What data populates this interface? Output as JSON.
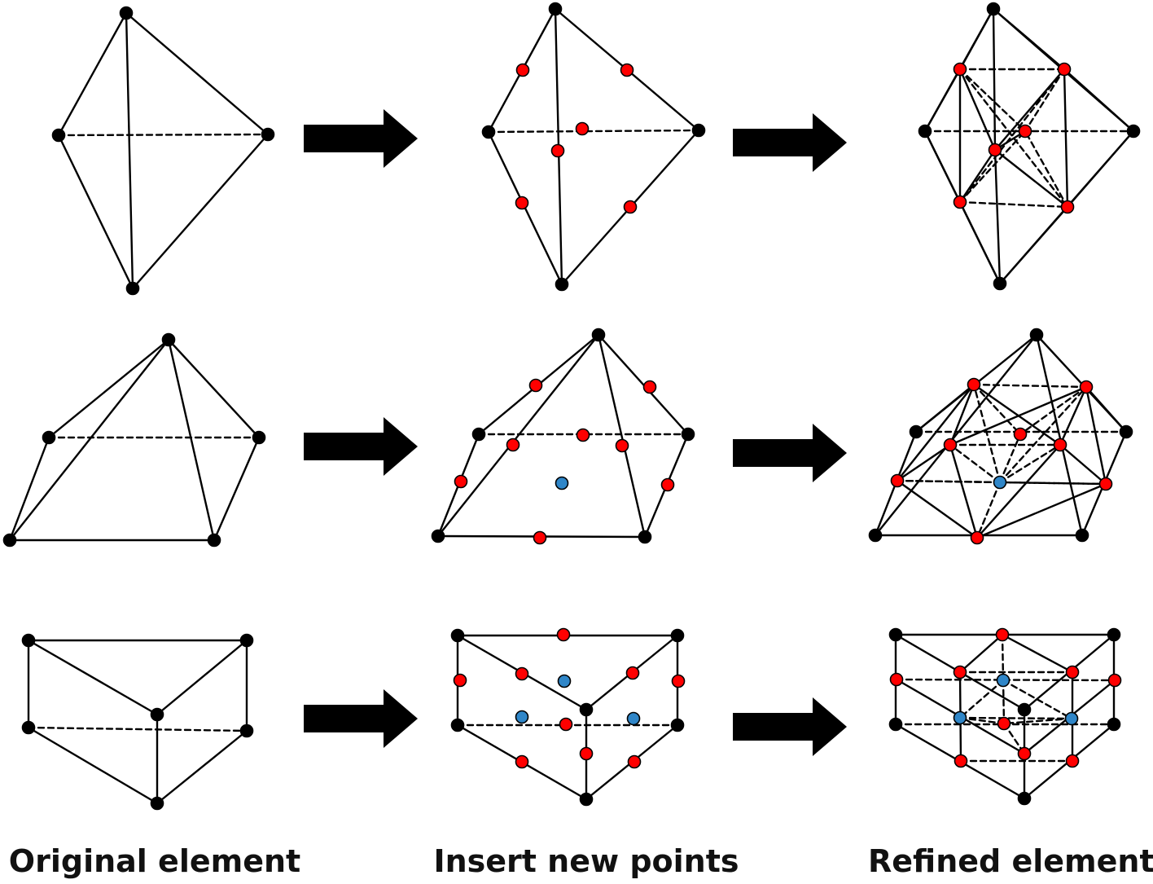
{
  "captions": {
    "original": "Original element",
    "insert": "Insert new points",
    "refined": "Refined element"
  },
  "colors": {
    "line": "#000000",
    "original_vertex": "#000000",
    "edge_midpoint": "#ff0000",
    "face_center": "#2f86c8",
    "arrow": "#000000"
  },
  "rows": [
    {
      "element": "tetrahedron"
    },
    {
      "element": "pyramid"
    },
    {
      "element": "prism"
    }
  ]
}
